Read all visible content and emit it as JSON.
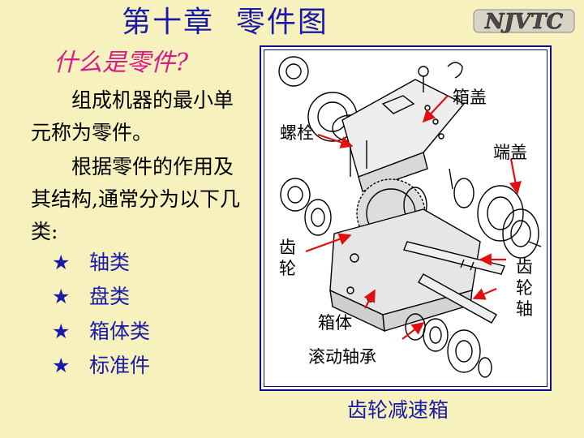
{
  "slide": {
    "title": "第十章  零件图",
    "logo_text": "NJVTC",
    "subtitle": "什么是零件?",
    "paragraph1": "组成机器的最小单元称为零件。",
    "paragraph2": "根据零件的作用及其结构,通常分为以下几类:",
    "categories": [
      {
        "star": "★",
        "label": "轴类"
      },
      {
        "star": "★",
        "label": "盘类"
      },
      {
        "star": "★",
        "label": "箱体类"
      },
      {
        "star": "★",
        "label": "标准件"
      }
    ]
  },
  "figure": {
    "labels": {
      "cover": "箱盖",
      "bolt": "螺栓",
      "end_cap": "端盖",
      "gear": "齿轮",
      "gear_shaft": "齿轮轴",
      "housing": "箱体",
      "bearing": "滚动轴承"
    },
    "caption": "齿轮减速箱"
  },
  "colors": {
    "background": "#f6f1bd",
    "title": "#1a1aa8",
    "subtitle": "#d61c8a",
    "frame": "#0a0a8a",
    "arrow": "#e01010"
  }
}
